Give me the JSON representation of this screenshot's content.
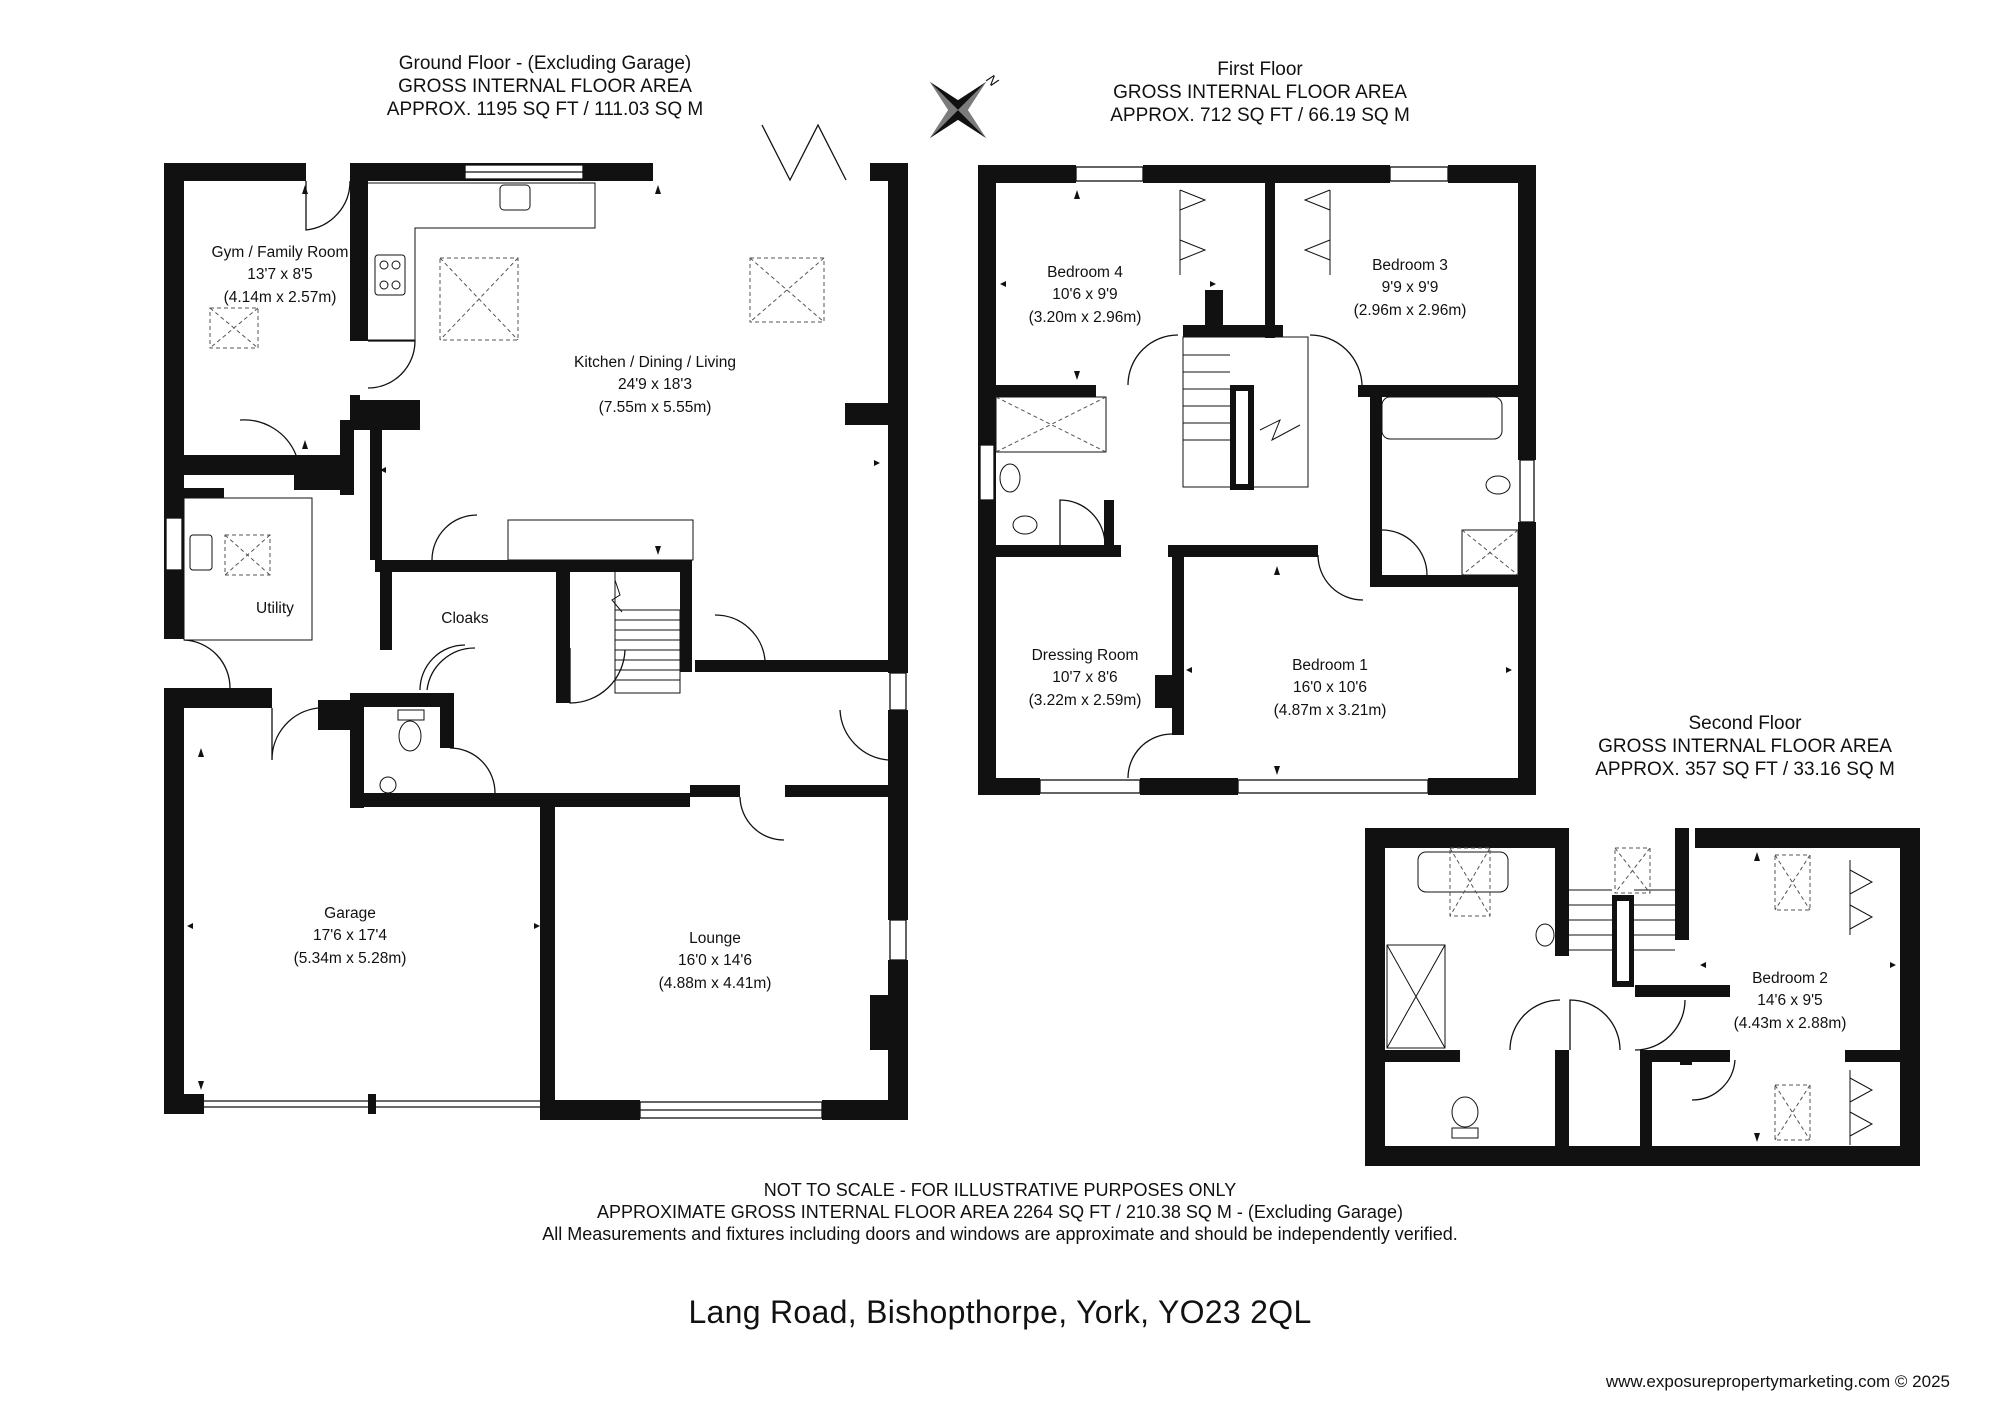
{
  "floors": {
    "ground": {
      "title": "Ground Floor - (Excluding Garage)",
      "area_label": "GROSS INTERNAL FLOOR AREA",
      "area": "APPROX. 1195 SQ FT / 111.03 SQ M"
    },
    "first": {
      "title": "First Floor",
      "area_label": "GROSS INTERNAL FLOOR AREA",
      "area": "APPROX. 712 SQ FT / 66.19 SQ M"
    },
    "second": {
      "title": "Second Floor",
      "area_label": "GROSS INTERNAL FLOOR AREA",
      "area": "APPROX. 357 SQ FT / 33.16 SQ M"
    }
  },
  "rooms": {
    "gym": {
      "name": "Gym / Family Room",
      "imperial": "13'7 x 8'5",
      "metric": "(4.14m x 2.57m)"
    },
    "kitchen": {
      "name": "Kitchen / Dining / Living",
      "imperial": "24'9 x 18'3",
      "metric": "(7.55m x 5.55m)"
    },
    "utility": {
      "name": "Utility"
    },
    "cloaks": {
      "name": "Cloaks"
    },
    "garage": {
      "name": "Garage",
      "imperial": "17'6 x 17'4",
      "metric": "(5.34m x 5.28m)"
    },
    "lounge": {
      "name": "Lounge",
      "imperial": "16'0 x 14'6",
      "metric": "(4.88m x 4.41m)"
    },
    "bedroom4": {
      "name": "Bedroom 4",
      "imperial": "10'6 x 9'9",
      "metric": "(3.20m x 2.96m)"
    },
    "bedroom3": {
      "name": "Bedroom 3",
      "imperial": "9'9 x 9'9",
      "metric": "(2.96m x 2.96m)"
    },
    "dressing": {
      "name": "Dressing Room",
      "imperial": "10'7 x 8'6",
      "metric": "(3.22m x 2.59m)"
    },
    "bedroom1": {
      "name": "Bedroom 1",
      "imperial": "16'0 x 10'6",
      "metric": "(4.87m x 3.21m)"
    },
    "bedroom2": {
      "name": "Bedroom 2",
      "imperial": "14'6 x 9'5",
      "metric": "(4.43m x 2.88m)"
    }
  },
  "compass": {
    "label": "N"
  },
  "footer": {
    "line1": "NOT TO SCALE - FOR ILLUSTRATIVE PURPOSES ONLY",
    "line2": "APPROXIMATE GROSS INTERNAL FLOOR AREA 2264 SQ FT / 210.38 SQ M - (Excluding Garage)",
    "line3": "All Measurements and fixtures including doors and windows are approximate and should be independently verified.",
    "address": "Lang Road, Bishopthorpe, York, YO23 2QL",
    "copyright": "www.exposurepropertymarketing.com © 2025"
  }
}
